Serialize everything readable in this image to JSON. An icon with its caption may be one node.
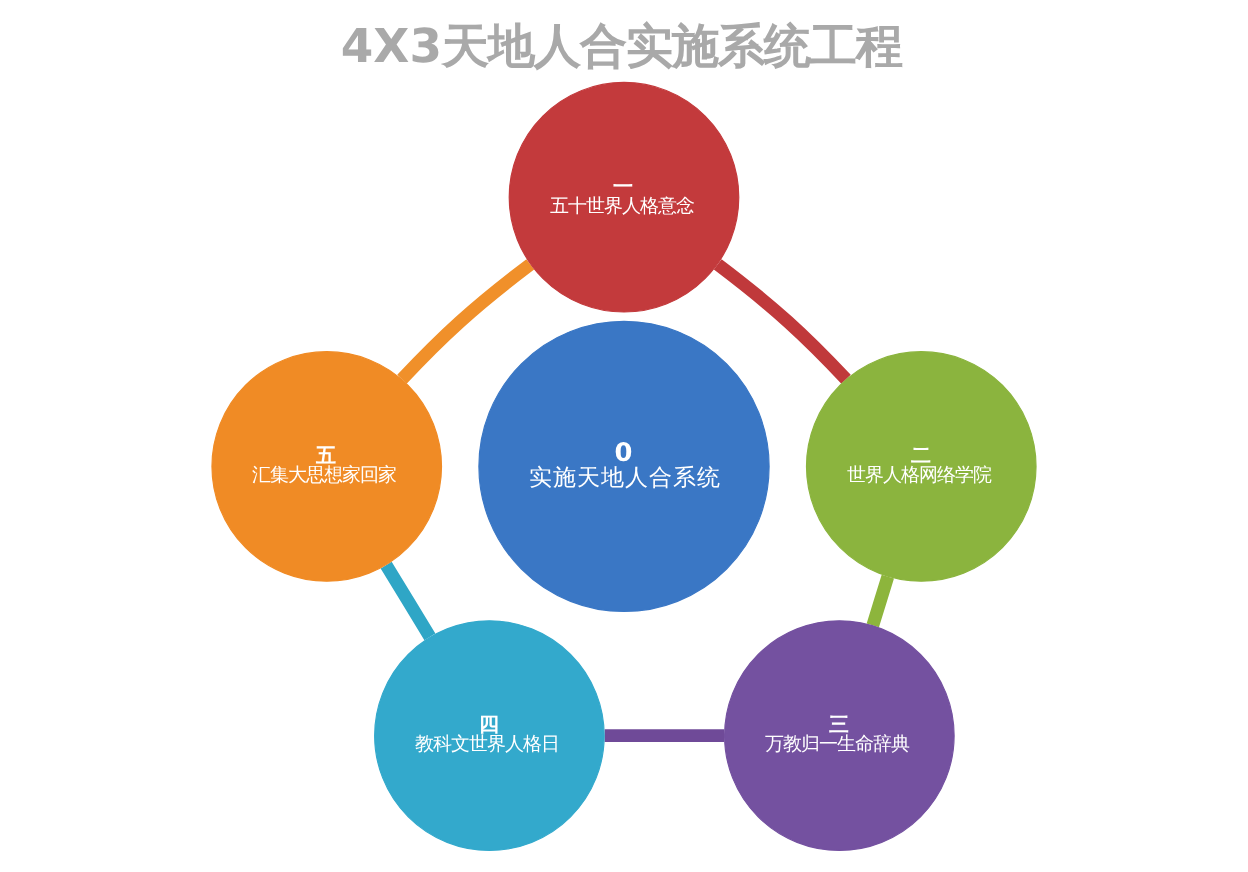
{
  "diagram": {
    "title": "4X3天地人合实施系统工程",
    "nodes": [
      {
        "text": [
          "0",
          "实施天地人合系统"
        ]
      },
      {
        "text": [
          "一",
          "五十世界人格意念"
        ]
      },
      {
        "text": [
          "二",
          "世界人格网络学院"
        ]
      },
      {
        "text": [
          "三",
          "万教归一生命辞典"
        ]
      },
      {
        "text": [
          "四",
          "教科文世界人格日"
        ]
      },
      {
        "text": [
          "五",
          "汇集大思想家回家"
        ]
      }
    ],
    "edges": [
      {
        "from": 1,
        "to": 2,
        "arrow": "none",
        "color": "#c0393b"
      },
      {
        "from": 2,
        "to": 3,
        "arrow": "none",
        "color": "#8db53c"
      },
      {
        "from": 4,
        "to": 3,
        "arrow": "none",
        "color": "#6f4a98"
      },
      {
        "from": 5,
        "to": 4,
        "arrow": "none",
        "color": "#2fa6c6"
      },
      {
        "from": 1,
        "to": 5,
        "arrow": "none",
        "color": "#f0902a"
      }
    ]
  }
}
